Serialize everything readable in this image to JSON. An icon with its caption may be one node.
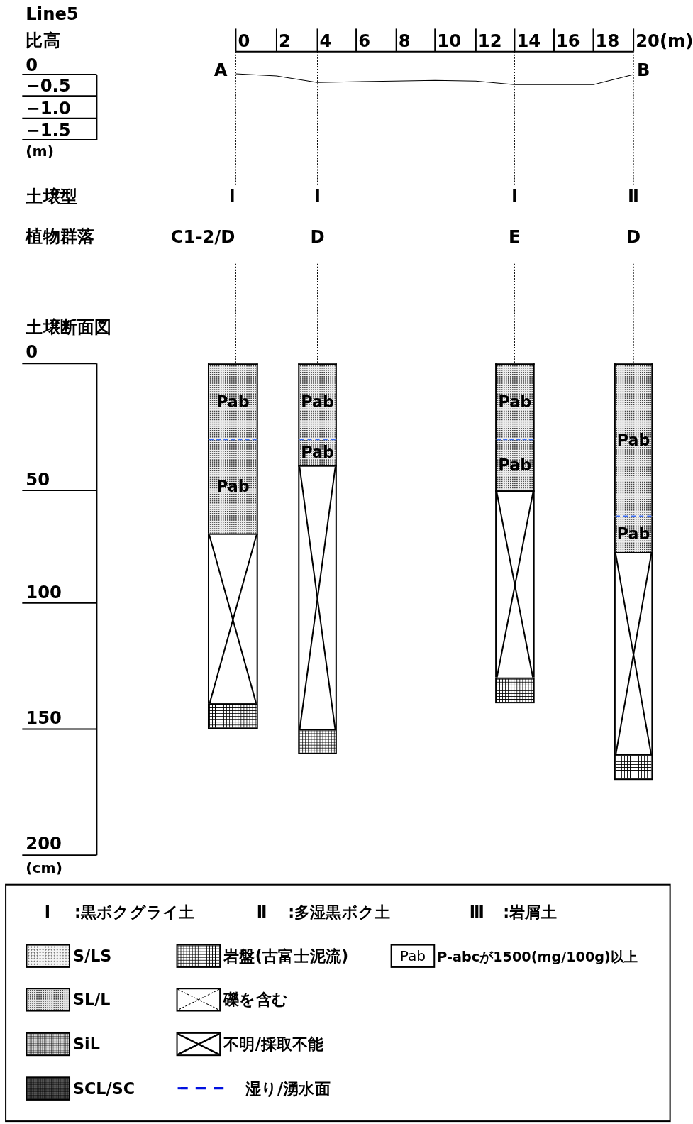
{
  "diagram": {
    "nodes": [
      {
        "text": [
          "Pab"
        ]
      },
      {
        "text": [
          "Pab"
        ]
      },
      {
        "text": [],
        "shape": "box"
      },
      {
        "text": [],
        "shape": "box"
      },
      {
        "text": [
          "Pab"
        ]
      },
      {
        "text": [
          "Pab"
        ]
      },
      {
        "text": [],
        "shape": "box"
      },
      {
        "text": [],
        "shape": "box"
      },
      {
        "text": [
          "Pab"
        ]
      },
      {
        "text": [
          "Pab"
        ]
      },
      {
        "text": [],
        "shape": "box"
      },
      {
        "text": [],
        "shape": "box"
      },
      {
        "text": [
          "Pab"
        ]
      },
      {
        "text": [
          "Pab"
        ]
      },
      {
        "text": [],
        "shape": "box"
      },
      {
        "text": [],
        "shape": "box"
      }
    ],
    "labels": [
      "Line5",
      "比高",
      "0",
      "−0.5",
      "−1.0",
      "−1.5",
      "(m)",
      "0",
      "2",
      "4",
      "6",
      "8",
      "10",
      "12",
      "14",
      "16",
      "18",
      "20(m)",
      "A",
      "B",
      "土壌型",
      "Ⅰ",
      "Ⅰ",
      "Ⅰ",
      "Ⅱ",
      "植物群落",
      "C1-2/D",
      "D",
      "E",
      "D",
      "土壌断面図",
      "0",
      "50",
      "100",
      "150",
      "200",
      "(cm)",
      "Ⅰ",
      ":黒ボクグライ土",
      "Ⅱ",
      ":多湿黒ボク土",
      "Ⅲ",
      ":岩屑土",
      "Pab"
    ],
    "legend": [
      {
        "text": "S/LS"
      },
      {
        "text": "岩盤(古富士泥流)"
      },
      {
        "text": "P-abcが1500(mg/100g)以上"
      },
      {
        "text": "SL/L"
      },
      {
        "text": "礫を含む"
      },
      {
        "text": "SiL"
      },
      {
        "text": "不明/採取不能"
      },
      {
        "text": "SCL/SC"
      },
      {
        "text": "湿り/湧水面"
      }
    ]
  }
}
